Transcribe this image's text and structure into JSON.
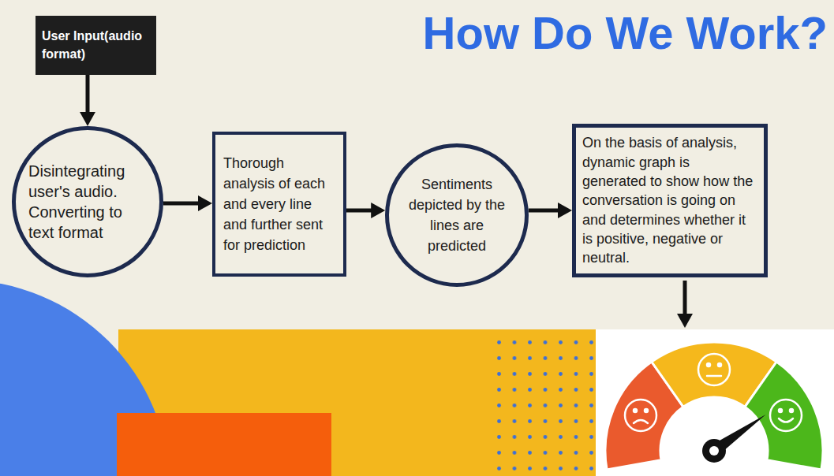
{
  "diagram": {
    "title": "How Do We Work?",
    "nodes": [
      {
        "text": [
          "User Input(audio format)"
        ]
      },
      {
        "text": [
          "Disintegrating user's audio. Converting to text format"
        ]
      },
      {
        "text": [
          "Thorough analysis of each and every line and further sent for prediction"
        ]
      },
      {
        "text": [
          "Sentiments depicted by the lines are predicted"
        ]
      },
      {
        "text": [
          "On the basis of analysis, dynamic graph is generated to show how the conversation is going on and determines whether it is positive, negative or neutral."
        ]
      }
    ],
    "edges": [
      {
        "from": 0,
        "to": 1,
        "arrow": "to"
      },
      {
        "from": 1,
        "to": 2,
        "arrow": "to"
      },
      {
        "from": 2,
        "to": 3,
        "arrow": "to"
      },
      {
        "from": 3,
        "to": 4,
        "arrow": "to"
      }
    ]
  }
}
